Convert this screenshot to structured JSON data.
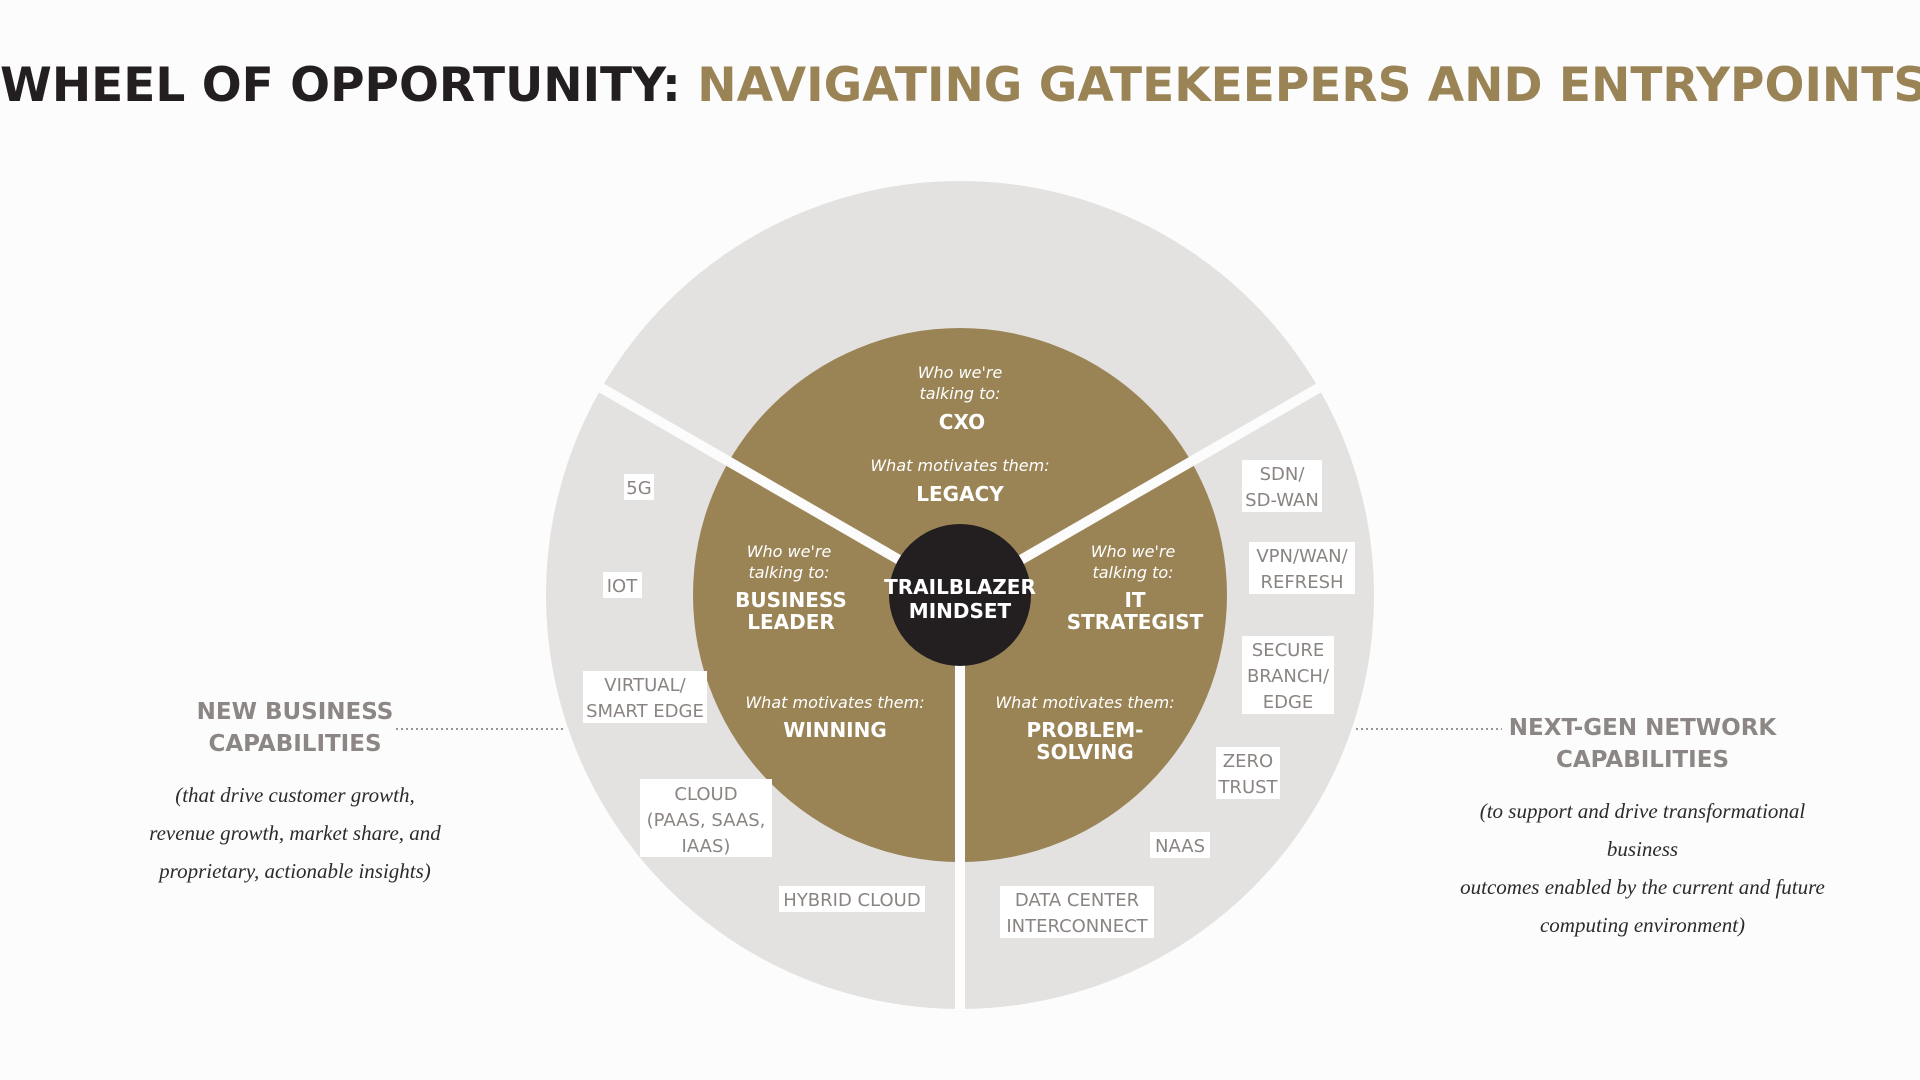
{
  "title": {
    "part1": "WHEEL OF OPPORTUNITY:",
    "part2": "NAVIGATING GATEKEEPERS AND ENTRYPOINTS"
  },
  "colors": {
    "gold": "#9a8456",
    "title_dark": "#231f20",
    "outer_ring": "#e3e2e1",
    "center": "#231f20",
    "muted_text": "#8c8684"
  },
  "center": {
    "line1": "TRAILBLAZER",
    "line2": "MINDSET"
  },
  "segments": {
    "cxo": {
      "talk_1": "Who we're",
      "talk_2": "talking to:",
      "role": "CXO",
      "motivates": "What motivates them:",
      "motivation": "LEGACY"
    },
    "business": {
      "talk_1": "Who we're",
      "talk_2": "talking to:",
      "role_1": "BUSINESS",
      "role_2": "LEADER",
      "motivates": "What motivates them:",
      "motivation": "WINNING"
    },
    "it": {
      "talk_1": "Who we're",
      "talk_2": "talking to:",
      "role_1": "IT",
      "role_2": "STRATEGIST",
      "motivates": "What motivates them:",
      "motivation_1": "PROBLEM-",
      "motivation_2": "SOLVING"
    }
  },
  "left_tags": {
    "fiveg": "5G",
    "iot": "IOT",
    "virtual_1": "VIRTUAL/",
    "virtual_2": "SMART EDGE",
    "cloud_1": "CLOUD",
    "cloud_2": "(PAAS, SAAS,",
    "cloud_3": "IAAS)",
    "hybrid": "HYBRID CLOUD"
  },
  "right_tags": {
    "sdn_1": "SDN/",
    "sdn_2": "SD-WAN",
    "vpn_1": "VPN/WAN/",
    "vpn_2": "REFRESH",
    "secure_1": "SECURE",
    "secure_2": "BRANCH/",
    "secure_3": "EDGE",
    "zero_1": "ZERO",
    "zero_2": "TRUST",
    "naas": "NAAS",
    "dc_1": "DATA CENTER",
    "dc_2": "INTERCONNECT"
  },
  "left_side": {
    "heading_1": "NEW BUSINESS",
    "heading_2": "CAPABILITIES",
    "desc_1": "(that drive customer growth,",
    "desc_2": "revenue growth, market share, and",
    "desc_3": "proprietary, actionable insights)"
  },
  "right_side": {
    "heading_1": "NEXT-GEN NETWORK",
    "heading_2": "CAPABILITIES",
    "desc_1": "(to support and drive transformational business",
    "desc_2": "outcomes enabled by the current and future",
    "desc_3": "computing environment)"
  }
}
